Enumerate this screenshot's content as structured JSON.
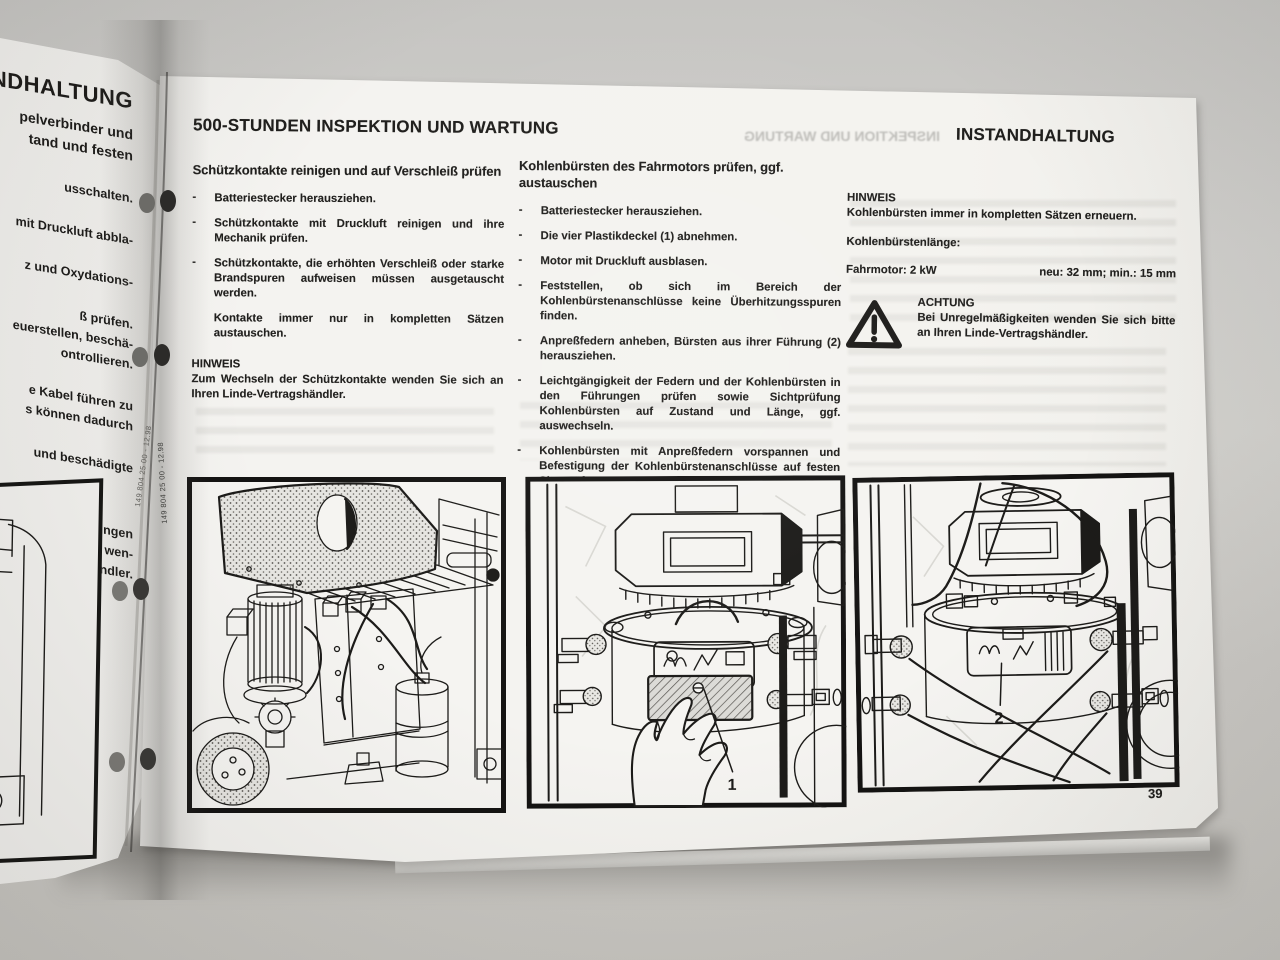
{
  "meta": {
    "description": "Photo of an open service manual, page 39",
    "surface_color": "#cdccc8",
    "page_color": "#f4f3f0",
    "ink_color": "#201f1d"
  },
  "left_page": {
    "fragments": [
      {
        "text": "NDHALTUNG",
        "cls": "lp-h1"
      },
      {
        "text": "pelverbinder und",
        "cls": "lp-h2"
      },
      {
        "text": "tand und festen",
        "cls": "lp-h2 tight"
      },
      {
        "text": "usschalten.",
        "cls": "lp-b gap"
      },
      {
        "text": "mit Druckluft abbla-",
        "cls": "lp-b gap"
      },
      {
        "text": "z und Oxydations-",
        "cls": "lp-b gap"
      },
      {
        "text": "ß prüfen.",
        "cls": "lp-b gap"
      },
      {
        "text": "euerstellen, beschä-",
        "cls": "lp-b"
      },
      {
        "text": "ontrollieren.",
        "cls": "lp-b"
      },
      {
        "text": "e Kabel führen zu",
        "cls": "lp-b gap"
      },
      {
        "text": "s können dadurch",
        "cls": "lp-b"
      },
      {
        "text": "und beschädigte",
        "cls": "lp-b gap"
      },
      {
        "text": "Bei Einstellungen",
        "cls": "lp-b biggap"
      },
      {
        "text": "ngsarbeiten wen-",
        "cls": "lp-b"
      },
      {
        "text": "ändler.",
        "cls": "lp-b"
      }
    ],
    "edge_code": "149 804 25 00 - 12.98"
  },
  "page": {
    "header_left": "500-STUNDEN INSPEKTION UND WARTUNG",
    "header_right": "INSTANDHALTUNG",
    "ghost_header": "INSPEKTION UND WARTUNG",
    "edge_code": "149 804 25 00 - 12.98",
    "page_number": "39"
  },
  "col1": {
    "heading": "Schützkontakte reinigen und auf Verschleiß prüfen",
    "bullets": [
      {
        "text": "Batteriestecker herausziehen."
      },
      {
        "text": "Schützkontakte mit Druckluft reinigen und ihre Mechanik prüfen."
      },
      {
        "text": "Schützkontakte, die erhöhten Verschleiß oder starke Brandspuren aufweisen müssen ausgetauscht werden.",
        "cont": "Kontakte immer nur in kompletten Sätzen austauschen."
      }
    ],
    "note_label": "HINWEIS",
    "note_text": "Zum Wechseln der Schützkontakte wenden Sie sich an Ihren Linde-Vertragshändler."
  },
  "col2": {
    "heading": "Kohlenbürsten des Fahrmotors prüfen, ggf. austauschen",
    "bullets": [
      {
        "text": "Batteriestecker herausziehen."
      },
      {
        "text": "Die vier Plastikdeckel (1) abnehmen."
      },
      {
        "text": "Motor mit Druckluft ausblasen."
      },
      {
        "text": "Feststellen, ob sich im Bereich der Kohlenbürstenanschlüsse keine Überhitzungsspuren finden."
      },
      {
        "text": "Anpreßfedern anheben, Bürsten aus ihrer Führung (2) herausziehen."
      },
      {
        "text": "Leichtgängigkeit der Federn und der Kohlenbürsten in den Führungen prüfen sowie Sichtprüfung Kohlenbürsten auf Zustand und Länge, ggf. auswechseln."
      },
      {
        "text": "Kohlenbürsten mit Anpreßfedern vorspannen und Befestigung der Kohlenbürstenanschlüsse auf festen Sitz prüfen."
      }
    ]
  },
  "col3": {
    "note_label": "HINWEIS",
    "note_text": "Kohlenbürsten immer in kompletten Sätzen erneuern.",
    "length_label": "Kohlenbürstenlänge:",
    "motor_label": "Fahrmotor: 2 kW",
    "motor_value": "neu: 32 mm; min.: 15 mm",
    "warning_label": "ACHTUNG",
    "warning_text": "Bei Unregelmäßigkeiten wenden Sie sich bitte an Ihren Linde-Vertragshändler."
  },
  "figures": {
    "fig2_label": "1",
    "fig3_label": "2"
  }
}
